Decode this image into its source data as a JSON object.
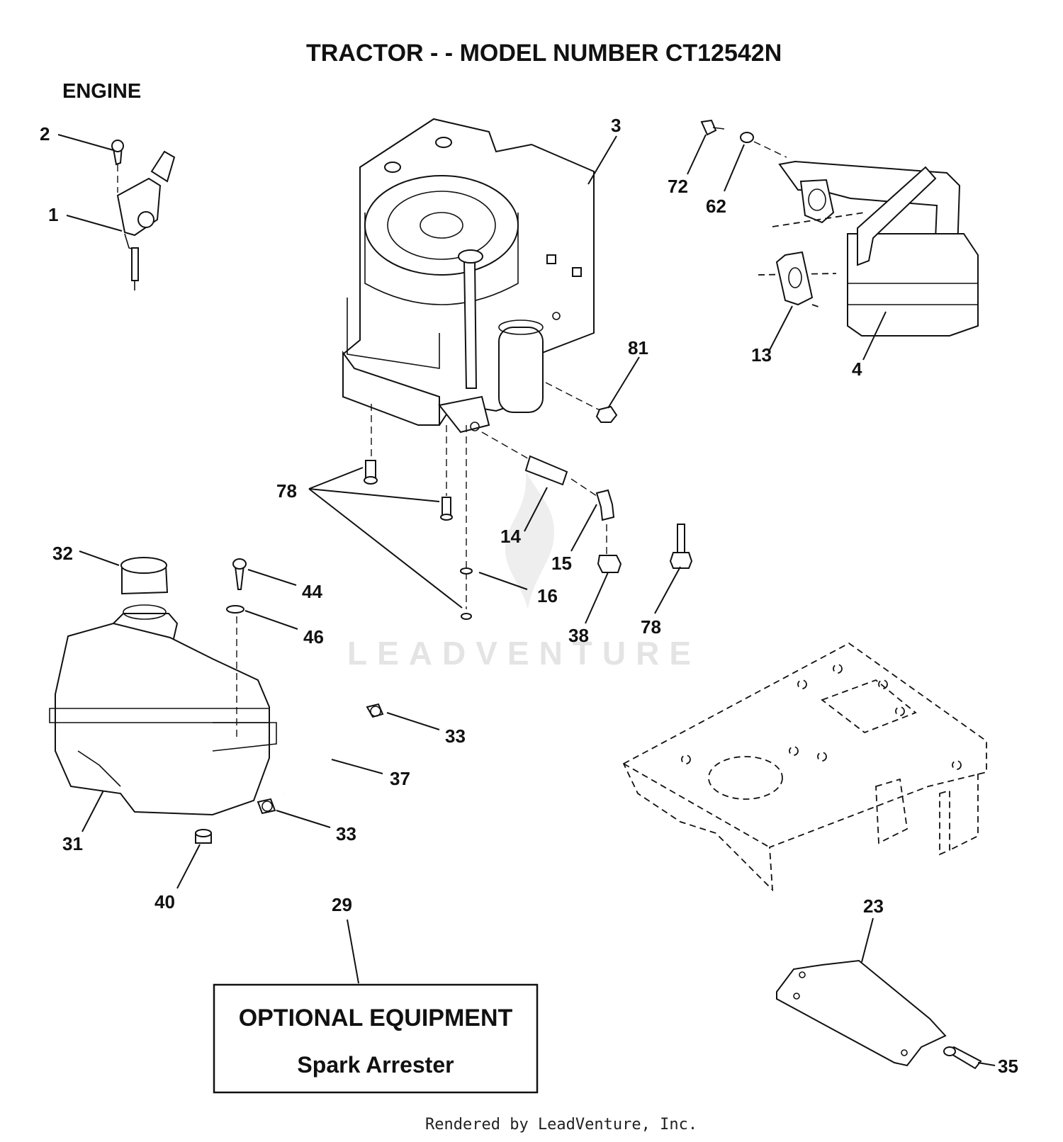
{
  "title": "TRACTOR - - MODEL NUMBER CT12542N",
  "section": "ENGINE",
  "callouts": {
    "c1": "1",
    "c2": "2",
    "c3": "3",
    "c4": "4",
    "c13": "13",
    "c14": "14",
    "c15": "15",
    "c16": "16",
    "c23": "23",
    "c29": "29",
    "c31": "31",
    "c32": "32",
    "c33a": "33",
    "c33b": "33",
    "c35": "35",
    "c37": "37",
    "c38": "38",
    "c40": "40",
    "c44": "44",
    "c46": "46",
    "c62": "62",
    "c72": "72",
    "c78a": "78",
    "c78b": "78",
    "c81": "81"
  },
  "optional_box": {
    "heading": "OPTIONAL EQUIPMENT",
    "item": "Spark Arrester"
  },
  "watermark": "LEADVENTURE",
  "footer": "Rendered by LeadVenture, Inc."
}
